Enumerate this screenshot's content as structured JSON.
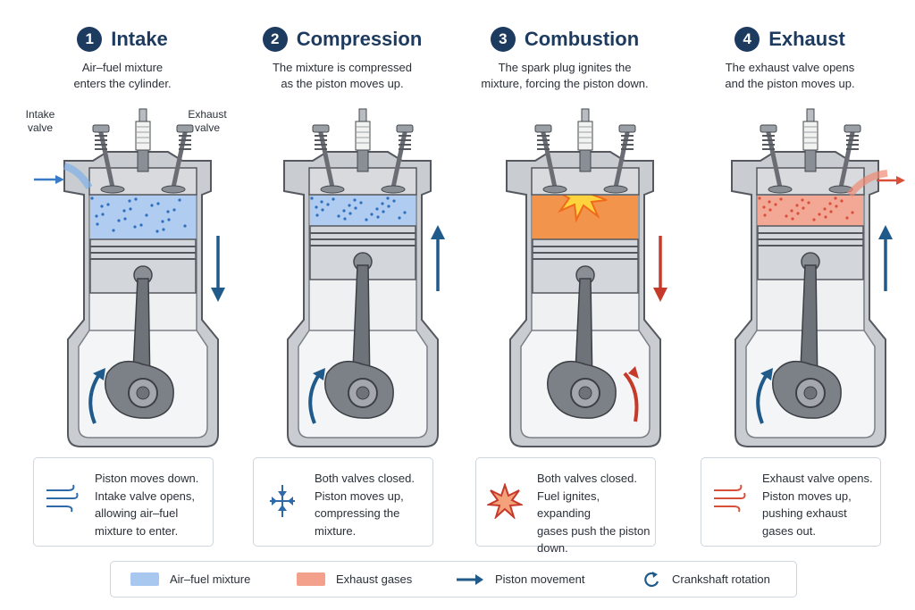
{
  "colors": {
    "navy": "#1d3a5f",
    "arrow_blue": "#1f5a8a",
    "arrow_red": "#c53a2a",
    "mixture": "#a9c8ef",
    "exhaust": "#f3a08c",
    "combustion": "#f28a3a",
    "metal": "#c9ccd1"
  },
  "strokes": [
    {
      "number": "1",
      "title": "Intake",
      "desc": [
        "Air–fuel mixture",
        "enters the cylinder."
      ],
      "box": [
        "Piston moves down.",
        "Intake valve opens,",
        "allowing air–fuel",
        "mixture to enter."
      ],
      "box_icon": "air-flow-icon",
      "piston_arrow": "down",
      "chamber": "mixture",
      "crank_arrow": "ccw-left"
    },
    {
      "number": "2",
      "title": "Compression",
      "desc": [
        "The mixture is compressed",
        "as the piston moves up."
      ],
      "box": [
        "Both valves closed.",
        "Piston moves up,",
        "compressing the",
        "mixture."
      ],
      "box_icon": "compress-icon",
      "piston_arrow": "up",
      "chamber": "mixture",
      "crank_arrow": "ccw-left"
    },
    {
      "number": "3",
      "title": "Combustion",
      "desc": [
        "The spark plug ignites the",
        "mixture, forcing the piston down."
      ],
      "box": [
        "Both valves closed.",
        "Fuel ignites, expanding",
        "gases push the piston",
        "down."
      ],
      "box_icon": "explosion-icon",
      "piston_arrow": "down",
      "chamber": "combustion",
      "crank_arrow": "cw-right"
    },
    {
      "number": "4",
      "title": "Exhaust",
      "desc": [
        "The exhaust valve opens",
        "and the piston moves up."
      ],
      "box": [
        "Exhaust valve opens.",
        "Piston moves up,",
        "pushing exhaust",
        "gases out."
      ],
      "box_icon": "exhaust-flow-icon",
      "piston_arrow": "up",
      "chamber": "exhaust",
      "crank_arrow": "ccw-left"
    }
  ],
  "valve_labels": {
    "intake": [
      "Intake",
      "valve"
    ],
    "exhaust": [
      "Exhaust",
      "valve"
    ]
  },
  "legend": [
    {
      "label": "Air–fuel mixture",
      "color": "#a9c8ef",
      "icon": "swatch"
    },
    {
      "label": "Exhaust gases",
      "color": "#f3a08c",
      "icon": "swatch"
    },
    {
      "label": "Piston movement",
      "icon": "arrow-right-icon"
    },
    {
      "label": "Crankshaft rotation",
      "icon": "rotation-icon"
    }
  ]
}
